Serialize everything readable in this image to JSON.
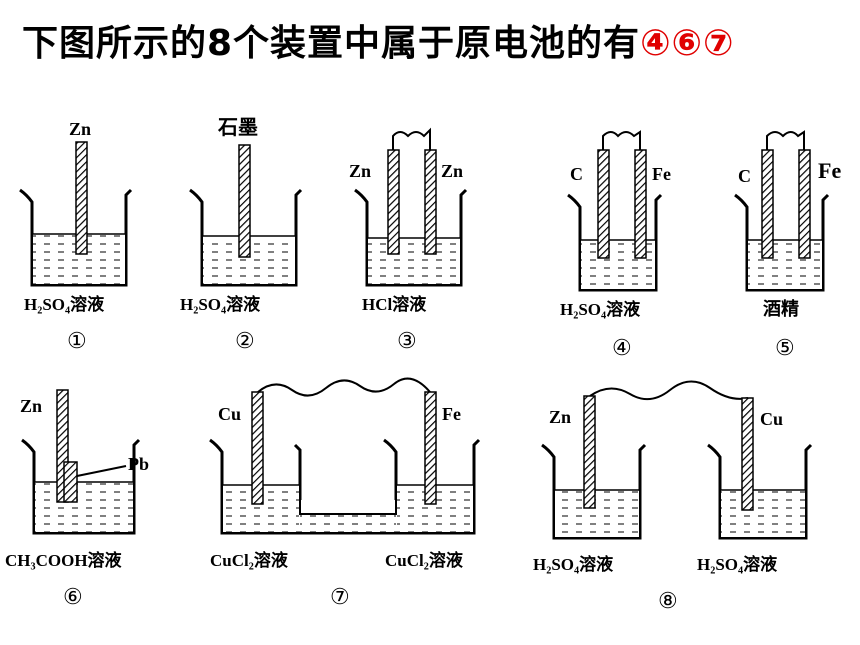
{
  "question": {
    "prompt": "下图所示的8个装置中属于原电池的有",
    "answer": "④⑥⑦"
  },
  "devices": [
    {
      "num": "①",
      "solution": "H₂SO₄溶液",
      "electrodes": [
        "Zn"
      ]
    },
    {
      "num": "②",
      "solution": "H₂SO₄溶液",
      "electrodes": [
        "石墨"
      ]
    },
    {
      "num": "③",
      "solution": "HCl溶液",
      "electrodes": [
        "Zn",
        "Zn"
      ]
    },
    {
      "num": "④",
      "solution": "H₂SO₄溶液",
      "electrodes": [
        "C",
        "Fe"
      ]
    },
    {
      "num": "⑤",
      "solution": "酒精",
      "electrodes": [
        "C",
        "Fe"
      ]
    },
    {
      "num": "⑥",
      "solution": "CH₃COOH溶液",
      "electrodes": [
        "Zn",
        "Pb"
      ]
    },
    {
      "num": "⑦",
      "solutions": [
        "CuCl₂溶液",
        "CuCl₂溶液"
      ],
      "electrodes": [
        "Cu",
        "Fe"
      ]
    },
    {
      "num": "⑧",
      "solutions": [
        "H₂SO₄溶液",
        "H₂SO₄溶液"
      ],
      "electrodes": [
        "Zn",
        "Cu"
      ]
    }
  ]
}
